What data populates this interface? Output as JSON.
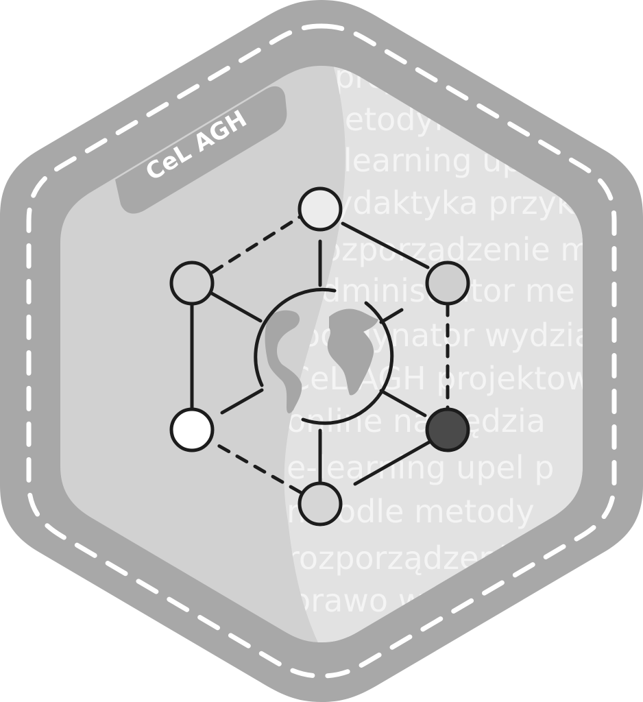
{
  "badge": {
    "ribbon_label": "CeL AGH",
    "background_words": [
      "projekt",
      "metodyka",
      "e-learning upel",
      "dydaktyka przykład",
      "rozporządzenie m",
      "administrator me",
      "koordynator wydziałow",
      "CeL AGH projektowa",
      "online narzędzia",
      "e-learning upel p",
      "moodle metody",
      "rozporządzenie",
      "prawo w"
    ],
    "colors": {
      "outer_ring": "#a8a8a8",
      "inner_face": "#d1d1d1",
      "text_panel": "#e2e2e2",
      "stitch": "#ffffff",
      "line": "#1c1c1c",
      "globe_land": "#a6a6a6",
      "node_dark": "#4a4a4a"
    },
    "icon": "network-globe-icon"
  }
}
